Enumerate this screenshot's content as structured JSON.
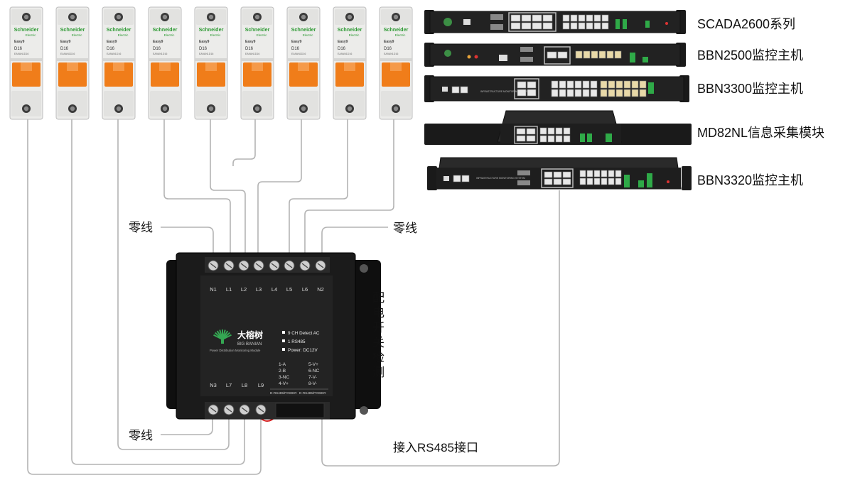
{
  "breakers": {
    "count": 9,
    "brand": "Schneider",
    "brand_sub": "Electric",
    "series": "Easy9",
    "rating": "D16",
    "part_no": "EA9AN1D16",
    "handle_color": "#f07d1a"
  },
  "devices": [
    {
      "label": "SCADA2600系列"
    },
    {
      "label": "BBN2500监控主机"
    },
    {
      "label": "BBN3300监控主机"
    },
    {
      "label": "MD82NL信息采集模块"
    },
    {
      "label": "BBN3320监控主机"
    }
  ],
  "device_panel_text": {
    "brand_small": "BIG BANIAN",
    "system_name": "INFRASTRUCTURE MONITORING SYSTEM"
  },
  "module": {
    "top_terminals": [
      "N1",
      "L1",
      "L2",
      "L3",
      "L4",
      "L5",
      "L6",
      "N2"
    ],
    "bottom_terminals": [
      "N3",
      "L7",
      "L8",
      "L9"
    ],
    "logo_cn": "大榕树",
    "logo_en": "BIG BANIAN",
    "subtitle": "Power Distribution Monitoring Module",
    "specs": [
      "9 CH Detect AC",
      "1 RS485",
      "Power: DC12V"
    ],
    "pins_left": [
      "1-A",
      "2-B",
      "3-NC",
      "4-V+"
    ],
    "pins_right": [
      "5-V+",
      "6-NC",
      "7-V-",
      "8-V-"
    ],
    "port_labels": [
      "D-RS485/POWER",
      "D-RS485/POWER"
    ],
    "body_color": "#1b1b1b"
  },
  "labels": {
    "neutral_top_left": "零线",
    "neutral_top_right": "零线",
    "neutral_bottom": "零线",
    "vertical_caption": [
      "配",
      "电",
      "开",
      "关",
      "检",
      "测"
    ],
    "rs485": "接入RS485接口"
  },
  "colors": {
    "wire": "#b4b4b4",
    "device_body": "#1a1a1a"
  }
}
